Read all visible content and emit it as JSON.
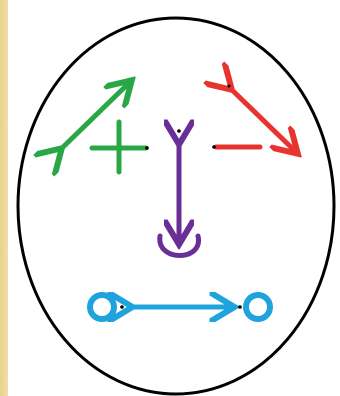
{
  "colors": {
    "outline": "#000000",
    "plus_group": "#2aa745",
    "minus_group": "#e8342f",
    "center_arrow": "#6a2f96",
    "bottom_group": "#1fa3dc",
    "background": "#ffffff",
    "left_strip": "#ecd591"
  },
  "symbols": {
    "plus": "plus-sign",
    "minus": "minus-sign",
    "loop": "u-shaped-loop",
    "circles": "hollow-circles"
  }
}
